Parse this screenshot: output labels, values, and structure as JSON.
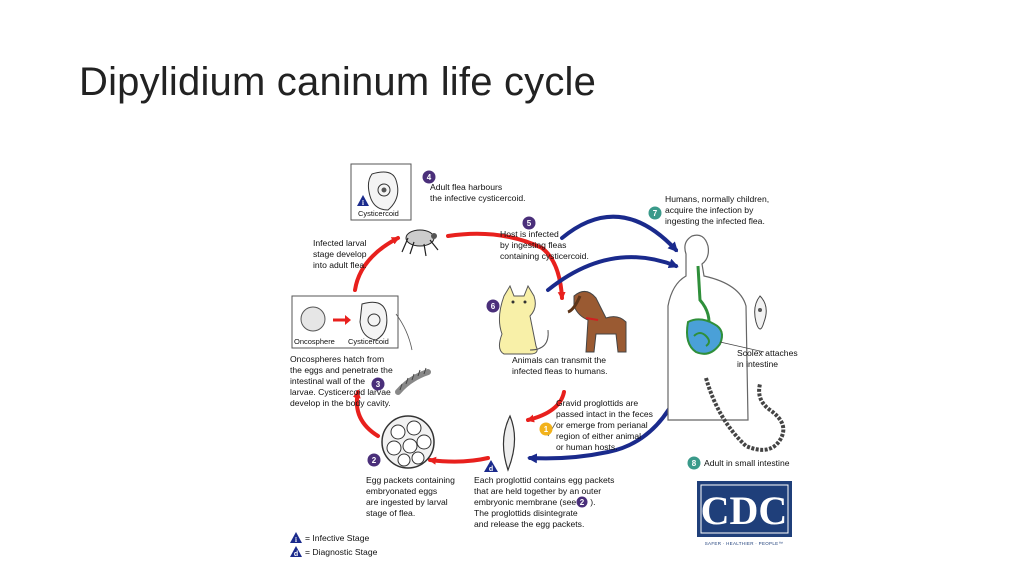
{
  "title": "Dipylidium caninum life cycle",
  "colors": {
    "red_arrow": "#e8201d",
    "blue_arrow": "#1a2a8c",
    "badge": "#4a2f7a",
    "badge_teal": "#3a9a8a",
    "badge_gold": "#f2b21b",
    "cdc_blue": "#1f3f7a",
    "gut_green": "#2f8f3a",
    "gut_blue": "#4aa0d8"
  },
  "stages": {
    "s1": {
      "num": "1",
      "lines": [
        "Gravid proglottids are",
        "passed intact in the feces",
        "or emerge from perianal",
        "region of either animal",
        "or human hosts."
      ]
    },
    "s2": {
      "num": "2",
      "lines": [
        "Egg packets containing",
        "embryonated eggs",
        "are ingested by larval",
        "stage of flea."
      ]
    },
    "s3": {
      "num": "3",
      "lines": [
        "Oncospheres hatch from",
        "the eggs and penetrate the",
        "intestinal wall of the",
        "larvae. Cysticercoid larvae",
        "develop in the body cavity."
      ]
    },
    "s4": {
      "num": "4",
      "lines": [
        "Adult flea harbours",
        "the infective cysticercoid."
      ]
    },
    "s5": {
      "num": "5",
      "lines": [
        "Host is infected",
        "by ingesting fleas",
        "containing cysticercoid."
      ]
    },
    "s6": {
      "num": "6",
      "lines": [
        "Animals can transmit the",
        "infected fleas to humans."
      ]
    },
    "s7": {
      "num": "7",
      "lines": [
        "Humans, normally children,",
        "acquire the infection by",
        "ingesting the infected flea."
      ]
    },
    "s8": {
      "num": "8",
      "label": "Adult in small intestine"
    }
  },
  "flea_stage_text": [
    "Infected larval",
    "stage develop",
    "into adult flea."
  ],
  "proglottid_text": [
    "Each proglottid contains egg packets",
    "that are held together by an outer",
    "embryonic membrane (see",
    ").",
    "The proglottids disintegrate",
    "and release the egg packets."
  ],
  "proglottid_ref_num": "2",
  "scolex_text": [
    "Scolex attaches",
    "in intestine"
  ],
  "boxes": {
    "cysticercoid": "Cysticercoid",
    "oncosphere": "Oncosphere",
    "cysticercoid2": "Cysticercoid"
  },
  "icons": {
    "infective_letter": "i",
    "diagnostic_letter": "d"
  },
  "legend": {
    "infective": "= Infective Stage",
    "diagnostic": "= Diagnostic Stage"
  },
  "logo": {
    "text": "CDC",
    "tagline": "SAFER · HEALTHIER · PEOPLE™"
  }
}
